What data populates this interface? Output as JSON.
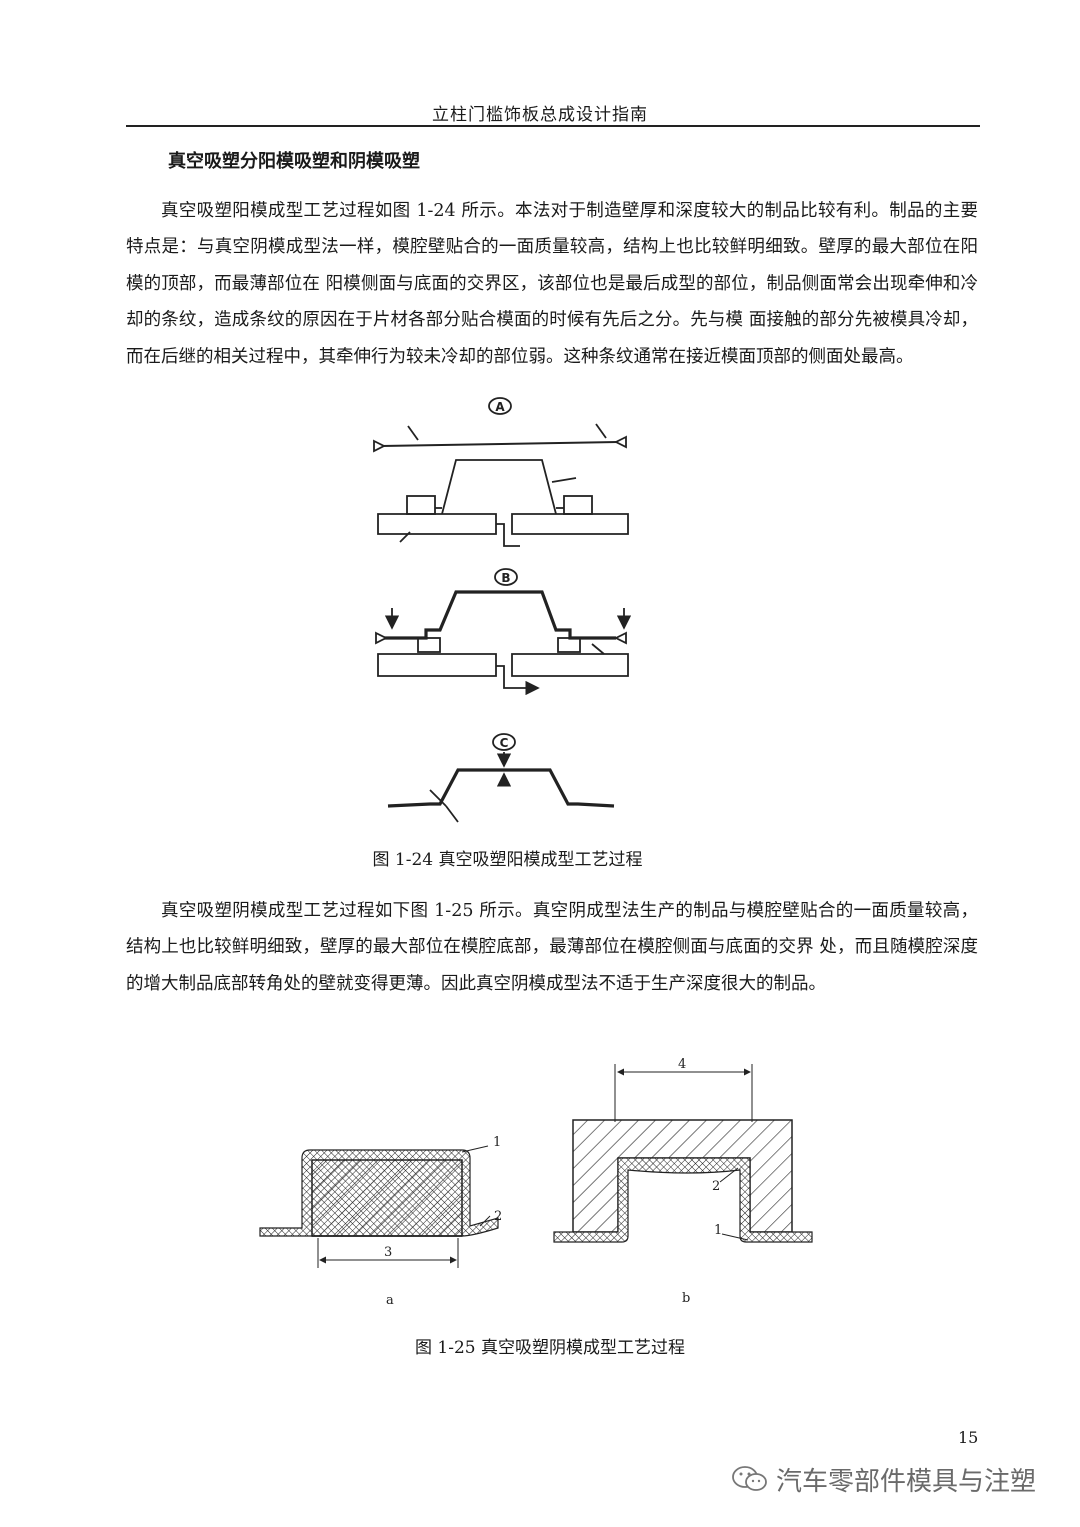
{
  "header": {
    "title": "立柱门槛饰板总成设计指南"
  },
  "section": {
    "heading": "真空吸塑分阳模吸塑和阴模吸塑",
    "para1": "真空吸塑阳模成型工艺过程如图 1-24 所示。本法对于制造壁厚和深度较大的制品比较有利。制品的主要特点是：与真空阴模成型法一样，模腔壁贴合的一面质量较高，结构上也比较鲜明细致。壁厚的最大部位在阳模的顶部，而最薄部位在 阳模侧面与底面的交界区，该部位也是最后成型的部位，制品侧面常会出现牵伸和冷却的条纹，造成条纹的原因在于片材各部分贴合模面的时候有先后之分。先与模 面接触的部分先被模具冷却，而在后继的相关过程中，其牵伸行为较未冷却的部位弱。这种条纹通常在接近模面顶部的侧面处最高。",
    "para2": "真空吸塑阴模成型工艺过程如下图 1-25 所示。真空阴成型法生产的制品与模腔壁贴合的一面质量较高，结构上也比较鲜明细致，壁厚的最大部位在模腔底部，最薄部位在模腔侧面与底面的交界 处，而且随模腔深度的增大制品底部转角处的壁就变得更薄。因此真空阴模成型法不适于生产深度很大的制品。"
  },
  "figure_1_24": {
    "caption": "图 1-24  真空吸塑阳模成型工艺过程",
    "stage_labels": [
      "A",
      "B",
      "C"
    ]
  },
  "figure_1_25": {
    "caption": "图 1-25  真空吸塑阴模成型工艺过程",
    "labels": {
      "a1": "1",
      "a2": "2",
      "a3": "3",
      "b4": "4",
      "b2": "2",
      "b1": "1"
    },
    "sublabels": {
      "a": "a",
      "b": "b"
    }
  },
  "footer": {
    "page_number": "15",
    "watermark": "汽车零部件模具与注塑",
    "watermark_icon": "wechat-icon"
  }
}
